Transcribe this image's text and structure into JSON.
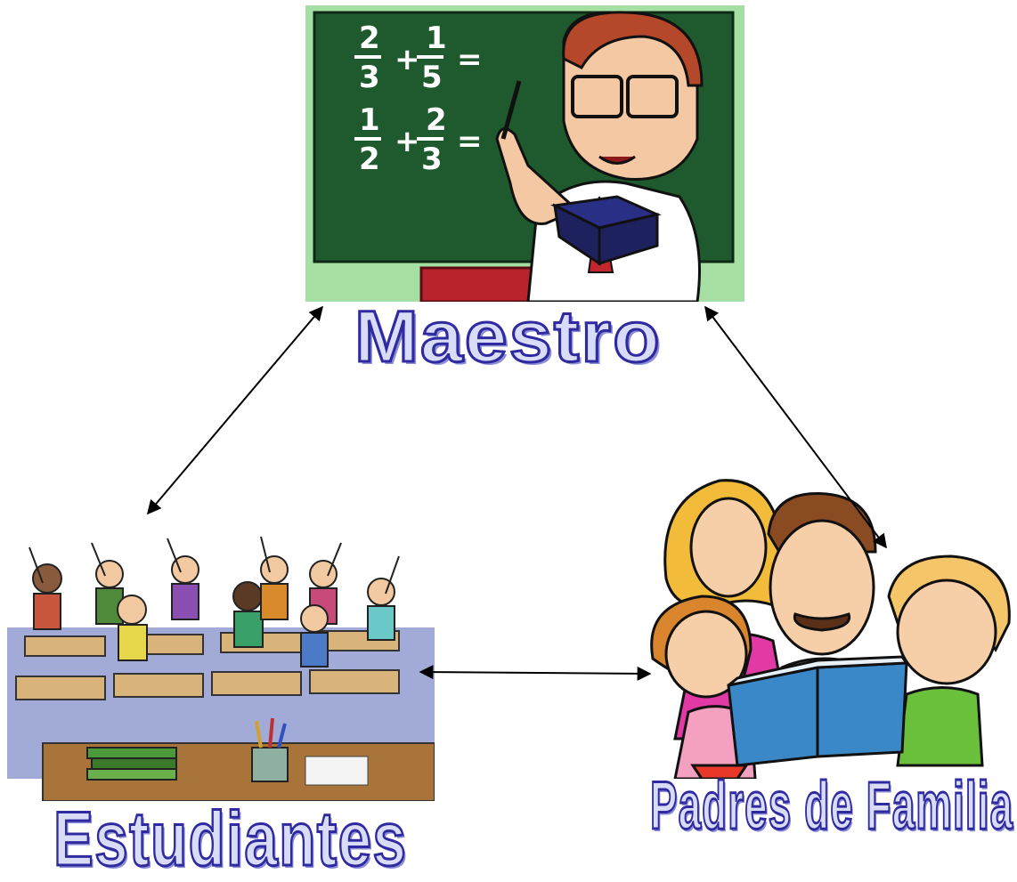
{
  "nodes": {
    "teacher": {
      "label": "Maestro",
      "chalkboard": [
        "2",
        "3",
        "+",
        "1",
        "5",
        "=",
        "1",
        "2",
        "+",
        "2",
        "3",
        "="
      ]
    },
    "students": {
      "label": "Estudiantes"
    },
    "parents": {
      "label": "Padres de Familia"
    }
  },
  "edges": [
    {
      "from": "teacher",
      "to": "students",
      "bidirectional": true
    },
    {
      "from": "teacher",
      "to": "parents",
      "bidirectional": true
    },
    {
      "from": "students",
      "to": "parents",
      "bidirectional": true
    }
  ],
  "colors": {
    "title_fill": "#d9dcf7",
    "title_outline": "#2f2aa0",
    "board_green": "#1f5a2e",
    "board_frame": "#9fdc9c",
    "arrow": "#000000"
  }
}
